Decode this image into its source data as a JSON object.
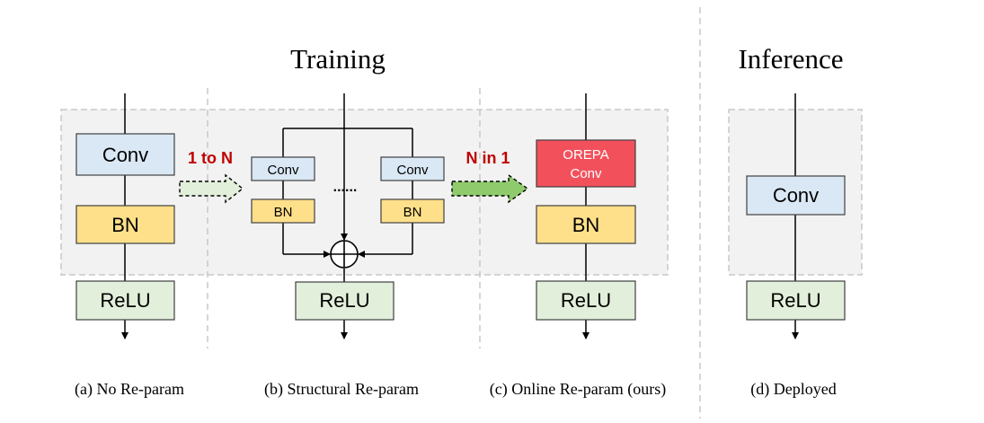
{
  "headers": {
    "training": "Training",
    "inference": "Inference"
  },
  "panel_a": {
    "conv": "Conv",
    "bn": "BN",
    "relu": "ReLU",
    "caption": "(a) No Re-param"
  },
  "panel_b": {
    "conv_left": "Conv",
    "conv_right": "Conv",
    "bn_left": "BN",
    "bn_right": "BN",
    "ellipsis": "......",
    "relu": "ReLU",
    "caption": "(b) Structural Re-param"
  },
  "panel_c": {
    "orepa_line1": "OREPA",
    "orepa_line2": "Conv",
    "bn": "BN",
    "relu": "ReLU",
    "caption": "(c) Online Re-param (ours)"
  },
  "panel_d": {
    "conv": "Conv",
    "relu": "ReLU",
    "caption": "(d) Deployed"
  },
  "arrows": {
    "one_to_n": "1 to N",
    "n_in_one": "N in 1"
  },
  "colors": {
    "conv_fill": "#dae8f5",
    "bn_fill": "#ffe08a",
    "relu_fill": "#e2efda",
    "orepa_fill": "#f2515c",
    "label_red": "#c00000",
    "region_fill": "#f2f2f2",
    "arrow_green": "#8fcb6d",
    "arrow_light": "#e2efda"
  }
}
